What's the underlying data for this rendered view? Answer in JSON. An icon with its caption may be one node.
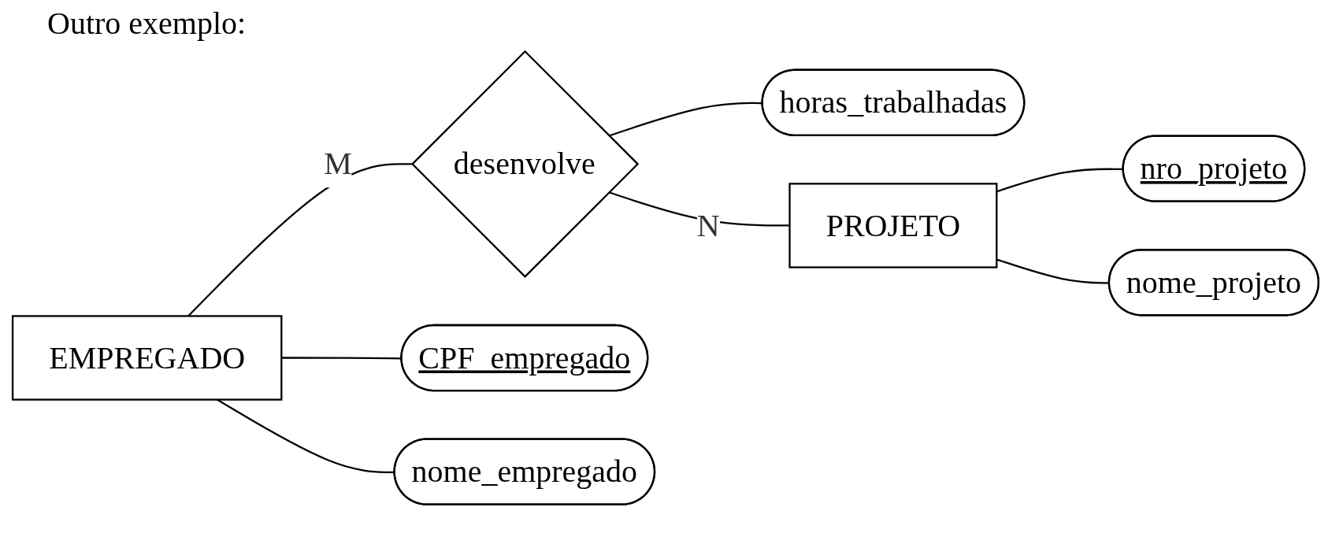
{
  "diagram": {
    "title": "Outro exemplo:",
    "nodes": [
      {
        "text": [
          "horas_trabalhadas"
        ]
      },
      {
        "text": [
          "EMPREGADO"
        ]
      },
      {
        "text": [
          "desenvolve"
        ]
      },
      {
        "text": [
          "PROJETO"
        ]
      },
      {
        "text": [
          "CPF_empregado"
        ]
      },
      {
        "text": [
          "nro_projeto"
        ]
      },
      {
        "text": [
          "nome_empregado"
        ]
      },
      {
        "text": [
          "nome_projeto"
        ]
      }
    ],
    "edges": [
      {
        "from": 1,
        "to": 2,
        "arrow": "none",
        "label": "M"
      },
      {
        "from": 2,
        "to": 3,
        "arrow": "none",
        "label": "N"
      },
      {
        "from": 2,
        "to": 0,
        "arrow": "none"
      },
      {
        "from": 1,
        "to": 4,
        "arrow": "none"
      },
      {
        "from": 1,
        "to": 6,
        "arrow": "none"
      },
      {
        "from": 3,
        "to": 5,
        "arrow": "none"
      },
      {
        "from": 3,
        "to": 7,
        "arrow": "none"
      }
    ]
  }
}
